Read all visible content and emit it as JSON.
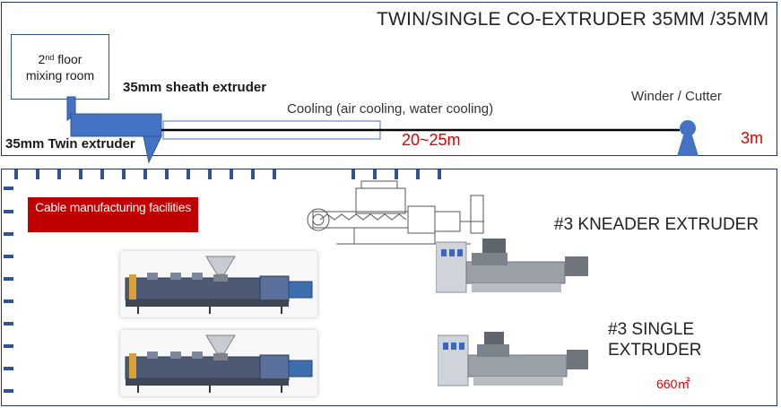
{
  "top_panel": {
    "title": "TWIN/SINGLE CO-EXTRUDER 35MM /35MM",
    "mixing_room_line1": "floor",
    "mixing_room_ordinal_num": "2",
    "mixing_room_ordinal_sup": "nd",
    "mixing_room_line2": "mixing room",
    "sheath_extruder_label": "35mm sheath extruder",
    "twin_extruder_label": "35mm Twin extruder",
    "cooling_label": "Cooling (air cooling, water cooling)",
    "winder_label": "Winder / Cutter",
    "line_length": "20~25m",
    "winder_length": "3m"
  },
  "bottom_panel": {
    "facilities_label": "Cable manufacturing facilities",
    "kneader_label": "#3 KNEADER EXTRUDER",
    "single_line1": "#3 SINGLE",
    "single_line2": "EXTRUDER",
    "area_label": "660㎡"
  },
  "colors": {
    "frame": "#1f3864",
    "machine_blue": "#4472c4",
    "accent_red": "#e00000",
    "label_box_red": "#c00000"
  }
}
